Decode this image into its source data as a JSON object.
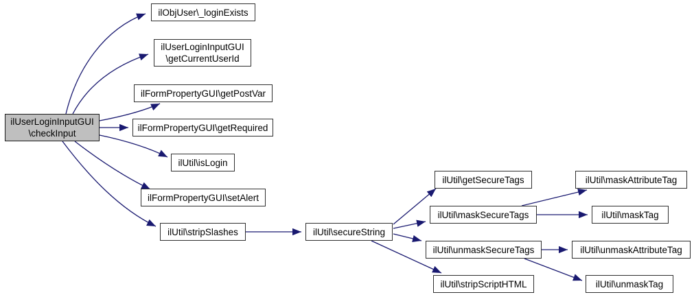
{
  "diagram": {
    "type": "call-graph",
    "colors": {
      "edge": "#191970",
      "node_border": "#2e2e2e",
      "node_fill": "#ffffff",
      "root_fill": "#bfbfbf",
      "text": "#000000",
      "background": "#ffffff"
    },
    "nodes": {
      "checkInput": {
        "label": "ilUserLoginInputGUI\n\\checkInput",
        "is_root": true
      },
      "loginExists": {
        "label": "ilObjUser\\_loginExists"
      },
      "getCurrentUserId": {
        "label": "ilUserLoginInputGUI\n\\getCurrentUserId"
      },
      "getPostVar": {
        "label": "ilFormPropertyGUI\\getPostVar"
      },
      "getRequired": {
        "label": "ilFormPropertyGUI\\getRequired"
      },
      "isLogin": {
        "label": "ilUtil\\isLogin"
      },
      "setAlert": {
        "label": "ilFormPropertyGUI\\setAlert"
      },
      "stripSlashes": {
        "label": "ilUtil\\stripSlashes"
      },
      "secureString": {
        "label": "ilUtil\\secureString"
      },
      "getSecureTags": {
        "label": "ilUtil\\getSecureTags"
      },
      "maskSecureTags": {
        "label": "ilUtil\\maskSecureTags"
      },
      "unmaskSecureTags": {
        "label": "ilUtil\\unmaskSecureTags"
      },
      "stripScriptHTML": {
        "label": "ilUtil\\stripScriptHTML"
      },
      "maskAttributeTag": {
        "label": "ilUtil\\maskAttributeTag"
      },
      "maskTag": {
        "label": "ilUtil\\maskTag"
      },
      "unmaskAttributeTag": {
        "label": "ilUtil\\unmaskAttributeTag"
      },
      "unmaskTag": {
        "label": "ilUtil\\unmaskTag"
      }
    },
    "edges": [
      {
        "from": "checkInput",
        "to": "loginExists"
      },
      {
        "from": "checkInput",
        "to": "getCurrentUserId"
      },
      {
        "from": "checkInput",
        "to": "getPostVar"
      },
      {
        "from": "checkInput",
        "to": "getRequired"
      },
      {
        "from": "checkInput",
        "to": "isLogin"
      },
      {
        "from": "checkInput",
        "to": "setAlert"
      },
      {
        "from": "checkInput",
        "to": "stripSlashes"
      },
      {
        "from": "stripSlashes",
        "to": "secureString"
      },
      {
        "from": "secureString",
        "to": "getSecureTags"
      },
      {
        "from": "secureString",
        "to": "maskSecureTags"
      },
      {
        "from": "secureString",
        "to": "unmaskSecureTags"
      },
      {
        "from": "secureString",
        "to": "stripScriptHTML"
      },
      {
        "from": "maskSecureTags",
        "to": "maskAttributeTag"
      },
      {
        "from": "maskSecureTags",
        "to": "maskTag"
      },
      {
        "from": "unmaskSecureTags",
        "to": "unmaskAttributeTag"
      },
      {
        "from": "unmaskSecureTags",
        "to": "unmaskTag"
      }
    ]
  }
}
